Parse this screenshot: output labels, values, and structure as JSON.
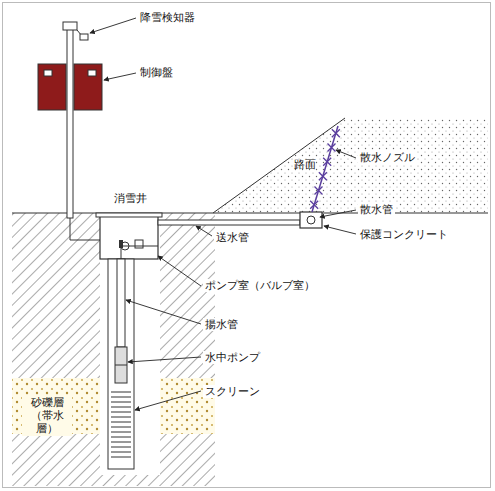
{
  "diagram": {
    "labels": [
      "降雪検知器",
      "制御盤",
      "路面",
      "散水ノズル",
      "消雪井",
      "送水管",
      "散水管",
      "保護コンクリート",
      "ポンプ室（バルブ室）",
      "揚水管",
      "水中ポンプ",
      "スクリーン",
      "砂礫層 （帯水層）"
    ]
  }
}
